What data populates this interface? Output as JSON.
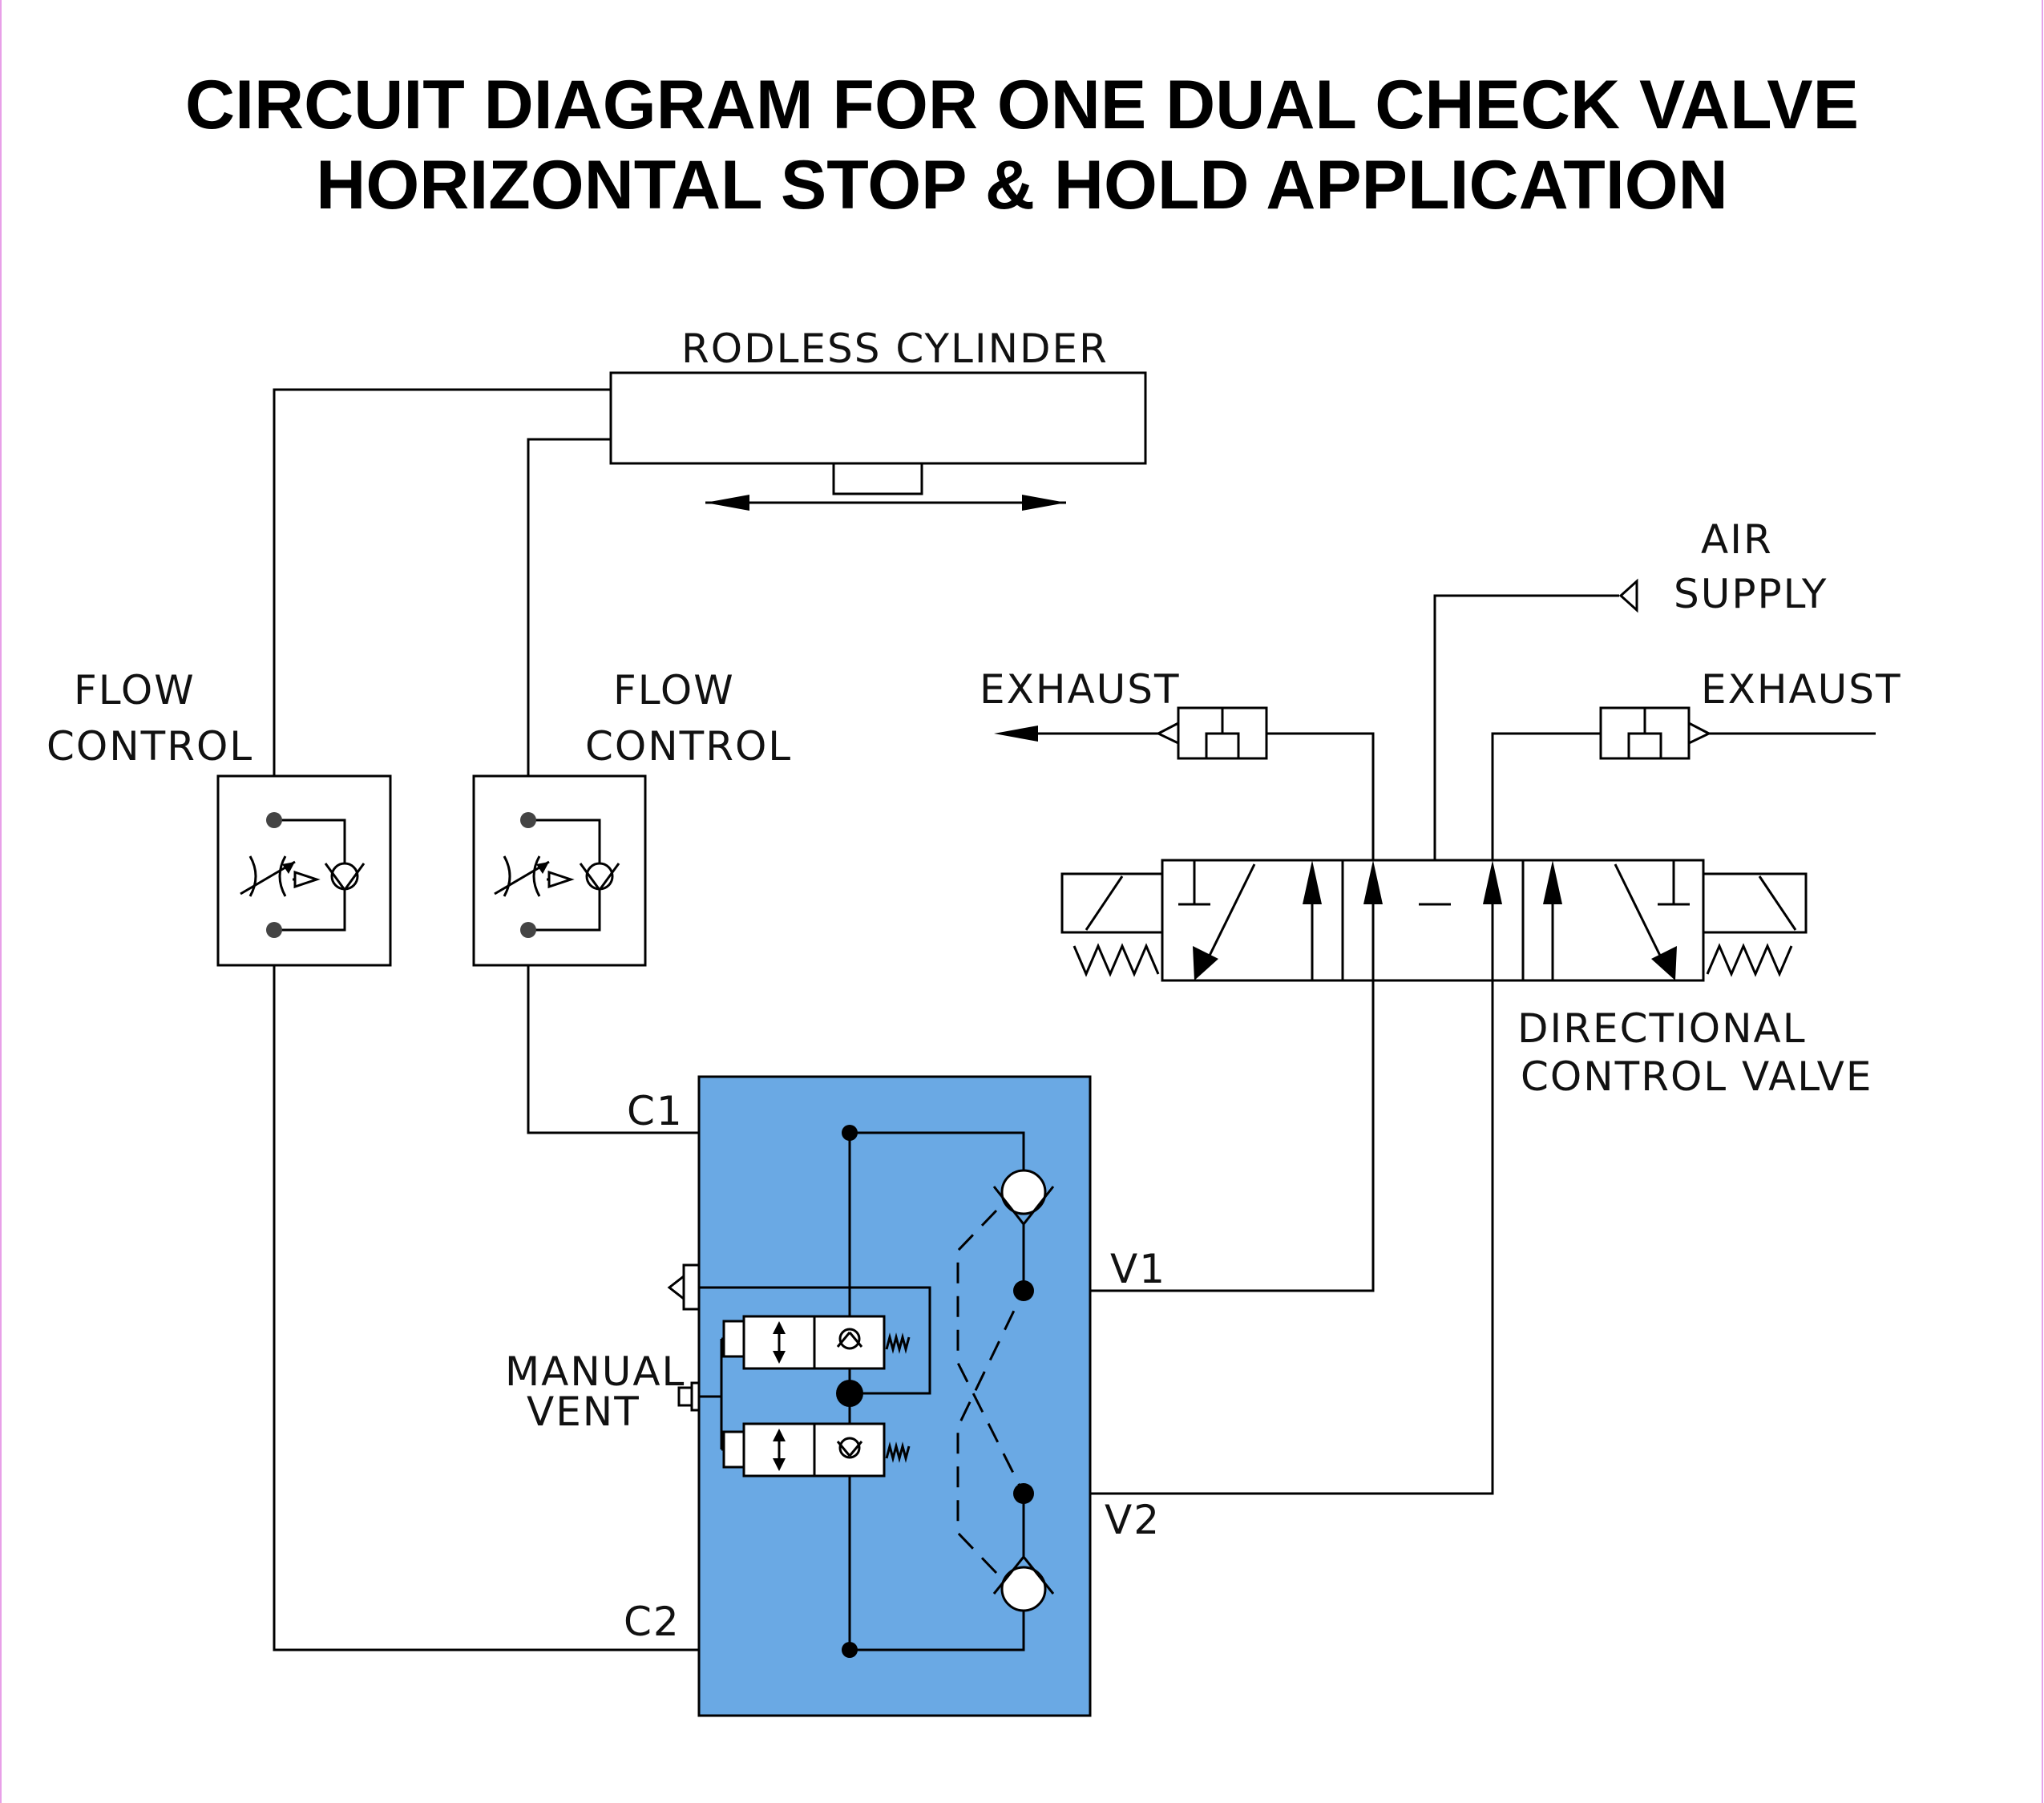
{
  "title": {
    "line1": "CIRCUIT DIAGRAM FOR ONE DUAL CHECK VALVE",
    "line2": "HORIZONTAL STOP & HOLD APPLICATION"
  },
  "labels": {
    "rodless_cylinder": "RODLESS  CYLINDER",
    "air": "AIR",
    "supply": "SUPPLY",
    "exhaust_left": "EXHAUST",
    "exhaust_right": "EXHAUST",
    "flow_control_1_line1": "FLOW",
    "flow_control_1_line2": "CONTROL",
    "flow_control_2_line1": "FLOW",
    "flow_control_2_line2": "CONTROL",
    "directional_line1": "DIRECTIONAL",
    "directional_line2": "CONTROL  VALVE",
    "c1": "C1",
    "c2": "C2",
    "v1": "V1",
    "v2": "V2",
    "manual": "MANUAL",
    "vent": "VENT"
  },
  "colors": {
    "manifold_fill": "#6aa9e4",
    "line": "#000000",
    "border": "#e8a0e8"
  }
}
